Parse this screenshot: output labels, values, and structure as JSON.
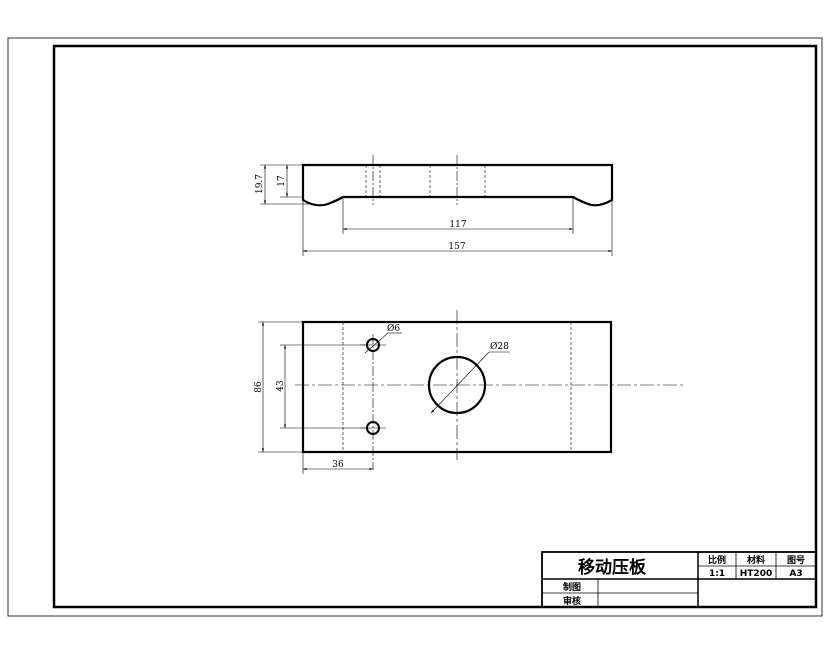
{
  "drawing": {
    "front_view": {
      "dim_total_height": "19.7",
      "dim_plate_height": "17",
      "dim_slot_width": "117",
      "dim_total_width": "157"
    },
    "top_view": {
      "dim_small_hole": "Ø6",
      "dim_large_hole": "Ø28",
      "dim_total_height": "86",
      "dim_hole_spacing": "43",
      "dim_hole_offset": "36"
    }
  },
  "title_block": {
    "part_name": "移动压板",
    "scale_label": "比例",
    "scale_value": "1:1",
    "material_label": "材料",
    "material_value": "HT200",
    "drawing_no_label": "图号",
    "drawing_no_value": "A3",
    "drawn_label": "制图",
    "reviewed_label": "审核"
  }
}
